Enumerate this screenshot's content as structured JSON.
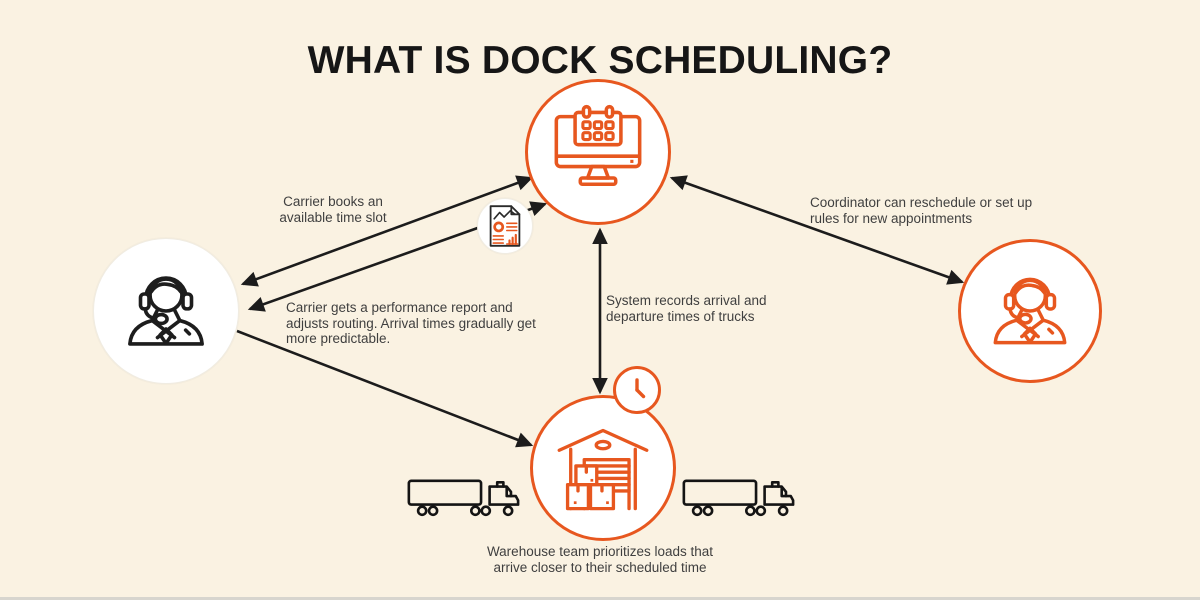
{
  "title": "WHAT IS DOCK SCHEDULING?",
  "colors": {
    "background": "#FAF2E2",
    "accent_orange": "#E7571F",
    "ink_black": "#1C1C1C",
    "text_gray": "#3F3F3F"
  },
  "labels": {
    "carrier_books": "Carrier books an available time slot",
    "carrier_report": "Carrier gets a performance report and adjusts routing. Arrival times gradually get more predictable.",
    "system_records": "System records arrival and departure times of trucks",
    "coordinator_reschedule": "Coordinator can reschedule or set up rules for new appointments",
    "warehouse_priority": "Warehouse team prioritizes loads that arrive closer to their scheduled time"
  },
  "nodes": {
    "system": {
      "icon": "computer-calendar-icon"
    },
    "carrier": {
      "icon": "carrier-headset-icon"
    },
    "coordinator": {
      "icon": "coordinator-headset-icon"
    },
    "warehouse": {
      "icon": "warehouse-icon"
    },
    "clock": {
      "icon": "clock-icon"
    },
    "report": {
      "icon": "performance-report-icon"
    },
    "trucks": {
      "icon": "semi-truck-icon",
      "count": 2
    }
  }
}
